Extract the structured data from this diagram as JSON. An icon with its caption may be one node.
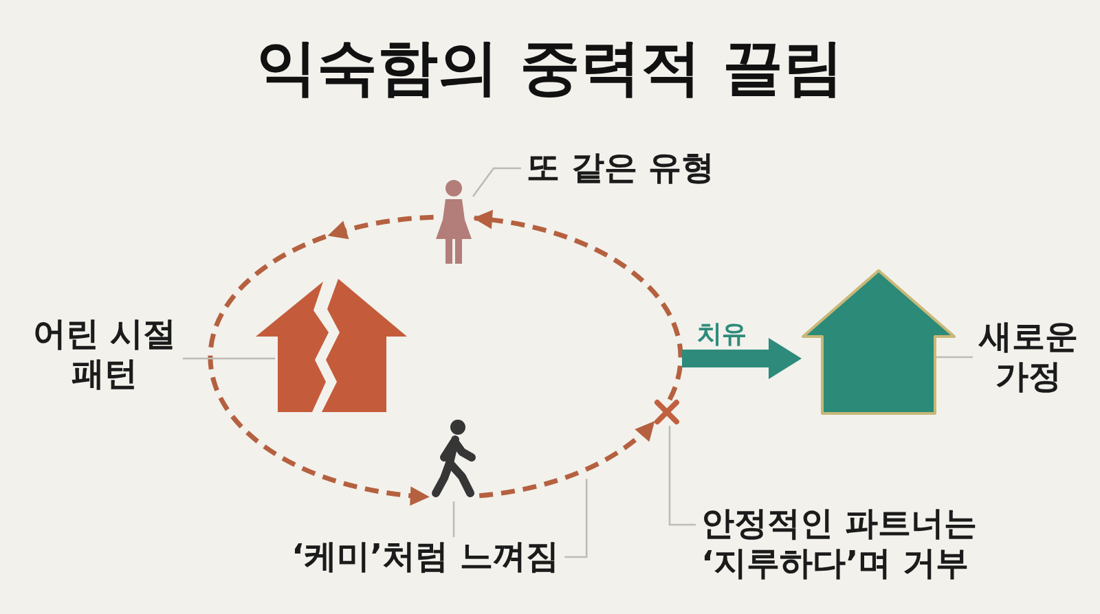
{
  "diagram": {
    "title": "익숙함의 중력적 끌림",
    "nodes": [
      {
        "text": [
          "또 같은 유형"
        ]
      },
      {
        "text": [],
        "shape": "person"
      },
      {
        "text": [
          "어린 시절 패턴"
        ]
      },
      {
        "text": [],
        "shape": "house"
      },
      {
        "text": [],
        "shape": "house"
      },
      {
        "text": [
          "새로운 가정"
        ]
      },
      {
        "text": [],
        "shape": "cross"
      },
      {
        "text": [],
        "shape": "person"
      },
      {
        "text": [
          "‘케미’처럼 느껴짐"
        ]
      },
      {
        "text": [
          "안정적인 파트너는 ‘지루하다’며 거부"
        ]
      }
    ],
    "edges": [
      {
        "from": 1,
        "to": 7,
        "arrow": "to",
        "style": "dashed",
        "color": "#b5603f"
      },
      {
        "from": 7,
        "to": 6,
        "arrow": "to",
        "style": "dashed",
        "color": "#b5603f"
      },
      {
        "from": 6,
        "to": 1,
        "arrow": "to",
        "style": "dashed",
        "color": "#b5603f"
      },
      {
        "from": null,
        "to": 4,
        "arrow": "to",
        "label": "치유",
        "style": "thick",
        "color": "#2e8b7b"
      },
      {
        "from": 0,
        "to": 1,
        "arrow": "none"
      },
      {
        "from": 2,
        "to": 3,
        "arrow": "none"
      },
      {
        "from": 8,
        "to": 7,
        "arrow": "none"
      },
      {
        "from": 9,
        "to": 6,
        "arrow": "none"
      },
      {
        "from": 8,
        "to": null,
        "arrow": "none"
      },
      {
        "from": 5,
        "to": 4,
        "arrow": "none"
      }
    ]
  }
}
